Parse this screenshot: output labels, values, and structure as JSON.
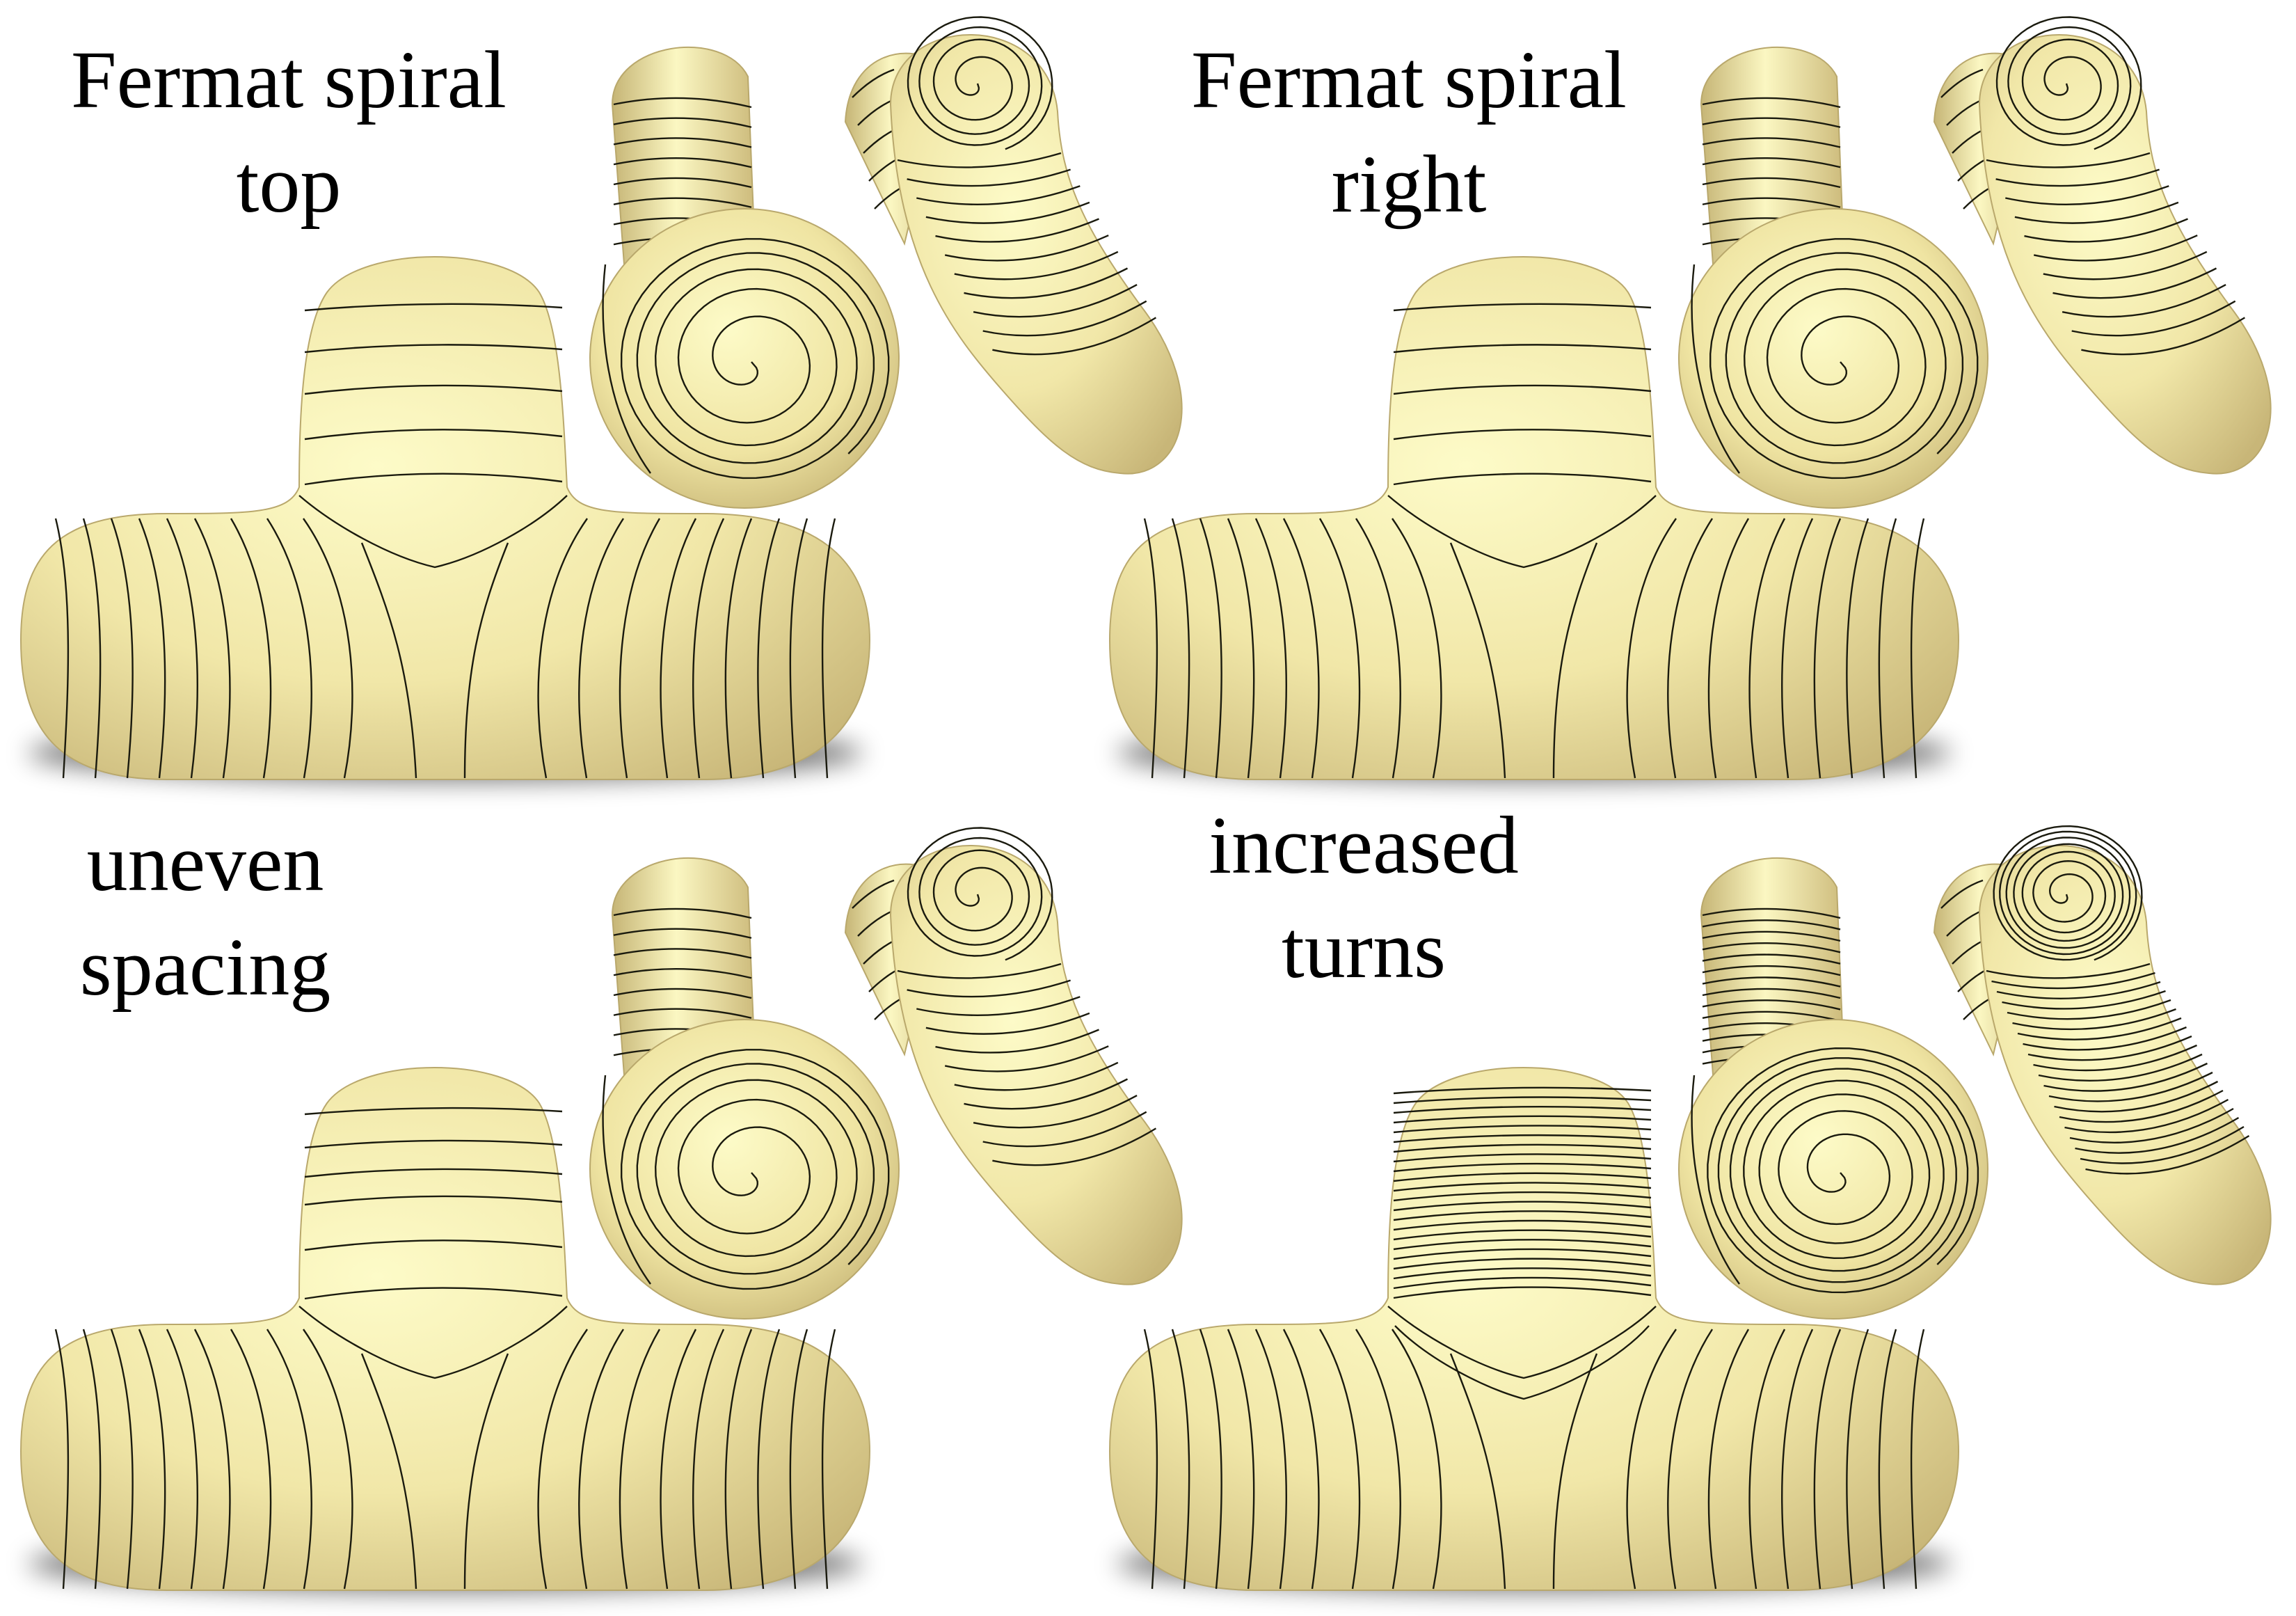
{
  "colors": {
    "background": "#ffffff",
    "surface_light": "#fdfbc8",
    "surface_mid": "#f1e7a8",
    "surface_dark": "#c8b678",
    "contour_line": "#1a1a0e",
    "shadow": "#000000"
  },
  "panels": [
    {
      "id": "fermat-top",
      "caption_lines": [
        "Fermat spiral",
        "top"
      ],
      "stripe_density": "normal"
    },
    {
      "id": "fermat-right",
      "caption_lines": [
        "Fermat spiral",
        "right"
      ],
      "stripe_density": "normal"
    },
    {
      "id": "uneven-spacing",
      "caption_lines": [
        "uneven",
        "spacing"
      ],
      "stripe_density": "uneven"
    },
    {
      "id": "increased-turns",
      "caption_lines": [
        "increased",
        "turns"
      ],
      "stripe_density": "dense"
    }
  ]
}
